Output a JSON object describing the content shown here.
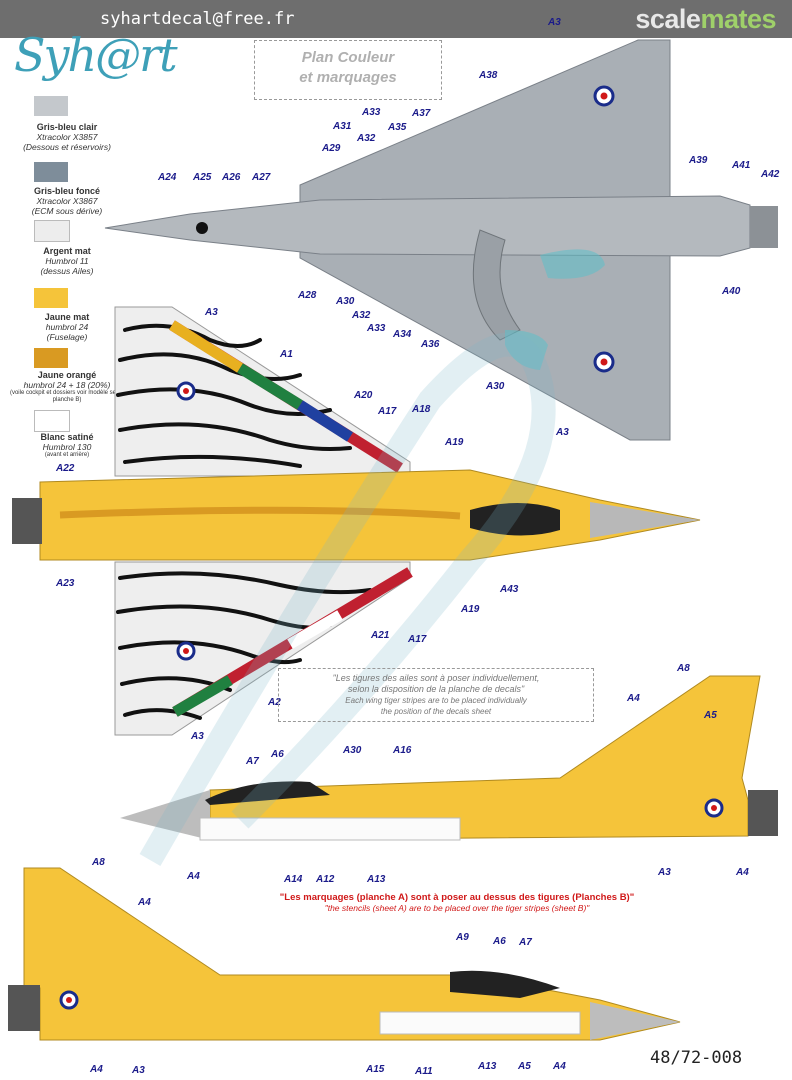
{
  "header": {
    "email": "syhartdecal@free.fr",
    "brand_part1": "scale",
    "brand_part2": "mates"
  },
  "logo_text": "Syh@rt",
  "plan_title": {
    "line1": "Plan Couleur",
    "line2": "et marquages"
  },
  "legend": [
    {
      "color": "#c4c8cc",
      "title": "Gris-bleu clair",
      "line2": "Xtracolor X3857",
      "line3": "(Dessous et réservoirs)",
      "small": ""
    },
    {
      "color": "#7e8d9a",
      "title": "Gris-bleu foncé",
      "line2": "Xtracolor X3867",
      "line3": "(ECM sous dérive)",
      "small": ""
    },
    {
      "color": "#ededed",
      "title": "Argent mat",
      "line2": "Humbrol 11",
      "line3": "(dessus Ailes)",
      "small": ""
    },
    {
      "color": "#f5c43a",
      "title": "Jaune mat",
      "line2": "humbrol 24",
      "line3": "(Fuselage)",
      "small": ""
    },
    {
      "color": "#d99a22",
      "title": "Jaune orangé",
      "line2": "humbrol 24 + 18 (20%)",
      "line3": "",
      "small": "(voile cockpit et dossiers voir modèle selon planche B)"
    },
    {
      "color": "#ffffff",
      "title": "Blanc satiné",
      "line2": "Humbrol 130",
      "line3": "",
      "small": "(avant et arrière)"
    }
  ],
  "callouts": {
    "top": [
      "A3",
      "A38",
      "A33",
      "A37",
      "A31",
      "A32",
      "A35",
      "A29",
      "A24",
      "A25",
      "A26",
      "A27",
      "A39",
      "A41",
      "A42",
      "A40",
      "A28",
      "A30",
      "A32",
      "A33",
      "A34",
      "A36",
      "A3"
    ],
    "wing": [
      "A3",
      "A1",
      "A20",
      "A17",
      "A18",
      "A19",
      "A22",
      "A23",
      "A43",
      "A19",
      "A21",
      "A17",
      "A2",
      "A3",
      "A30"
    ],
    "side1": [
      "A4",
      "A8",
      "A5",
      "A7",
      "A6",
      "A30",
      "A16",
      "A4",
      "A14",
      "A12",
      "A13",
      "A3",
      "A4"
    ],
    "side2": [
      "A8",
      "A4",
      "A9",
      "A6",
      "A7",
      "A4",
      "A3",
      "A15",
      "A11",
      "A13",
      "A5",
      "A4"
    ]
  },
  "note1": {
    "line1": "\"Les tigures des ailes sont à poser individuellement,",
    "line2": "selon la disposition de la planche de decals\"",
    "line3": "Each wing tiger stripes are to be placed individually",
    "line4": "the position of the decals sheet"
  },
  "note2": {
    "line1": "\"Les marquages (planche A) sont à poser au dessus des tigures (Planches B)\"",
    "line2": "\"the stencils (sheet A) are to be placed over the tiger stripes (sheet B)\""
  },
  "reference": "48/72-008",
  "colors": {
    "grey_light": "#c4c8cc",
    "yellow": "#f5c43a",
    "orange": "#d99a22",
    "callout": "#1a1a8a",
    "note_red": "#d01818"
  }
}
